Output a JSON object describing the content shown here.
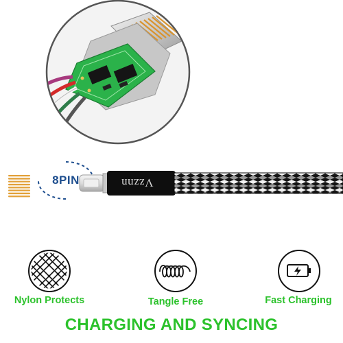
{
  "pin_badge": "8PIN",
  "brand": "Vzznn",
  "features": [
    {
      "label": "Nylon Protects",
      "icon": "nylon-weave-icon"
    },
    {
      "label": "Tangle Free",
      "icon": "tangle-free-coil-icon"
    },
    {
      "label": "Fast Charging",
      "icon": "battery-charging-icon"
    }
  ],
  "footer_title": "CHARGING AND SYNCING",
  "colors": {
    "accent_green": "#2cc22c",
    "pin_blue": "#1f4f8f",
    "gold": "#e2a13a",
    "pcb_green": "#2bb24a",
    "cable_black": "#111111"
  }
}
